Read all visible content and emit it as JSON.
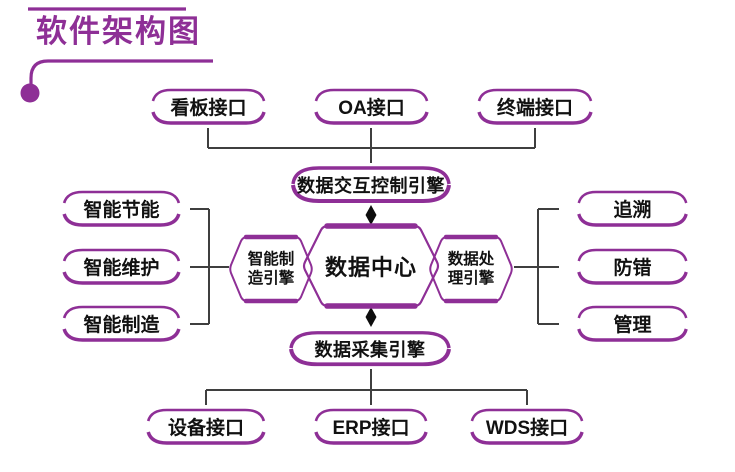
{
  "title": "软件架构图",
  "colors": {
    "purple": "#8e2f96",
    "line": "#3f3f3f",
    "arrow": "#0d0d0d",
    "text": "#111111",
    "bg": "#ffffff"
  },
  "top_interfaces": [
    "看板接口",
    "OA接口",
    "终端接口"
  ],
  "engines": {
    "interaction": "数据交互控制引擎",
    "collection": "数据采集引擎",
    "manufacturing": {
      "line1": "智能制",
      "line2": "造引擎"
    },
    "processing": {
      "line1": "数据处",
      "line2": "理引擎"
    }
  },
  "data_center": "数据中心",
  "left_modules": [
    "智能节能",
    "智能维护",
    "智能制造"
  ],
  "right_modules": [
    "追溯",
    "防错",
    "管理"
  ],
  "bottom_interfaces": [
    "设备接口",
    "ERP接口",
    "WDS接口"
  ]
}
